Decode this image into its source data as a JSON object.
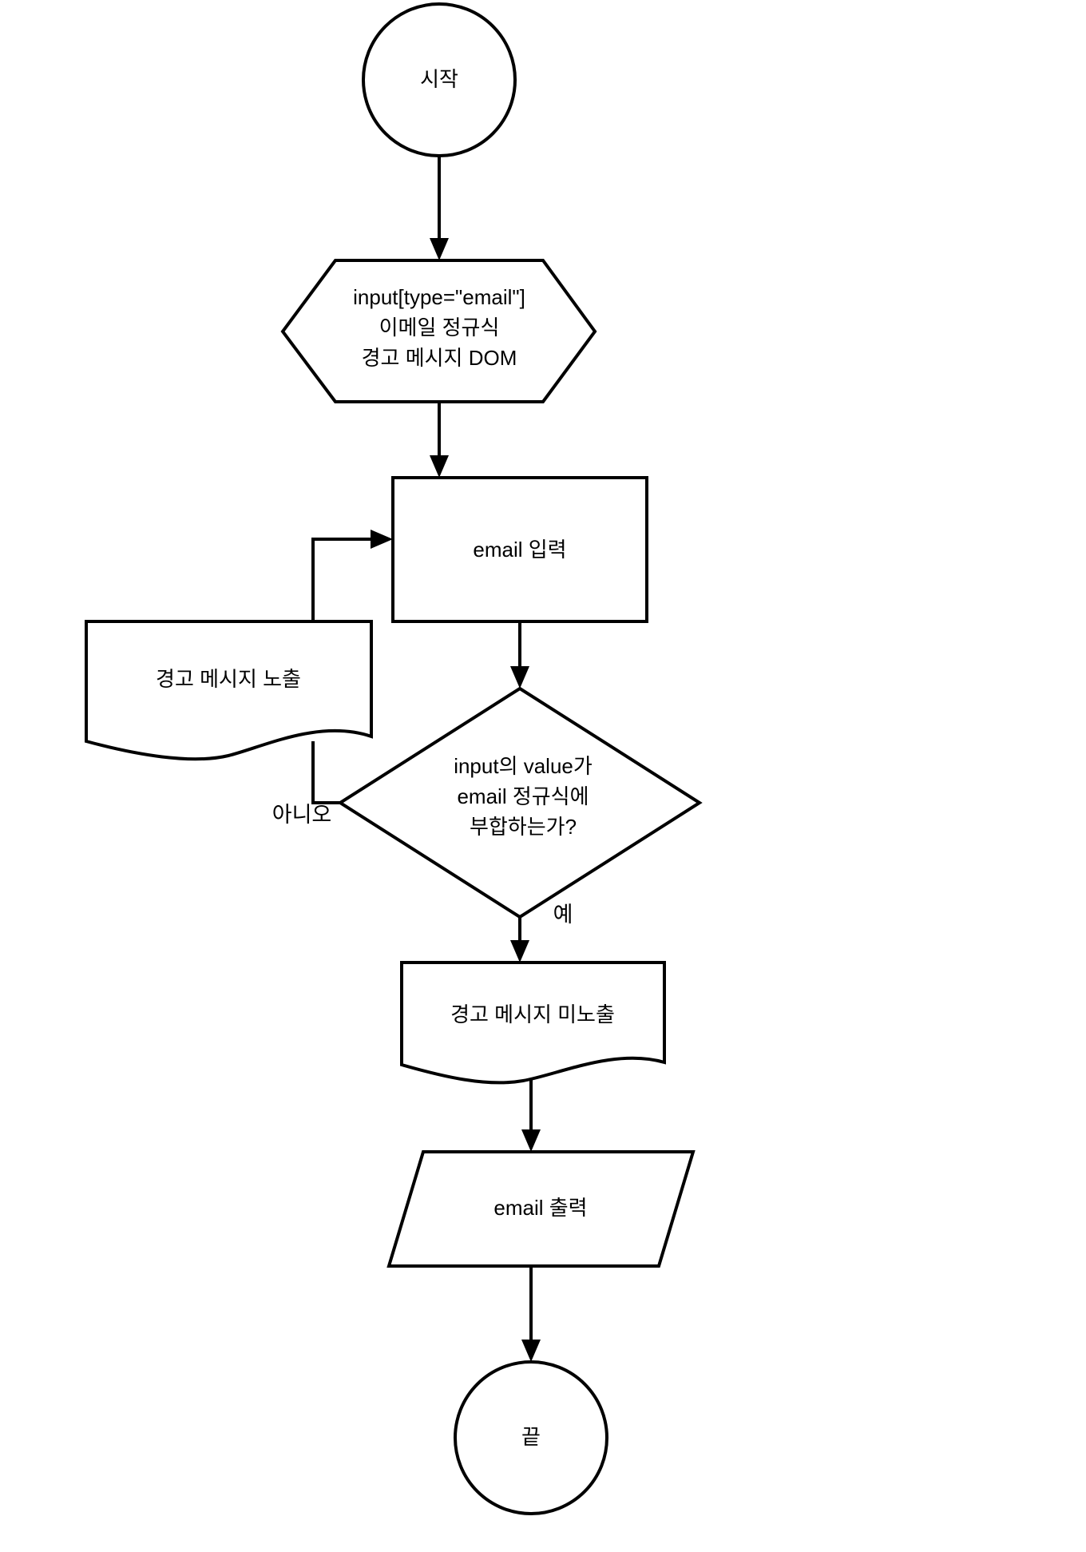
{
  "diagram": {
    "type": "flowchart",
    "orientation": "top-to-bottom",
    "background_color": "#ffffff",
    "line_color": "#000000",
    "title": "",
    "nodes": [
      {
        "id": "start",
        "shape": "terminator-circle",
        "label": "시작"
      },
      {
        "id": "prepare",
        "shape": "hexagon",
        "label_line1": "input[type=\"email\"]",
        "label_line2": "이메일 정규식",
        "label_line3": "경고 메시지 DOM"
      },
      {
        "id": "email-input",
        "shape": "rectangle",
        "label": "email 입력"
      },
      {
        "id": "warning-show",
        "shape": "document",
        "label": "경고 메시지 노출"
      },
      {
        "id": "validate",
        "shape": "diamond",
        "label_line1": "input의 value가",
        "label_line2": "email 정규식에",
        "label_line3": "부합하는가?"
      },
      {
        "id": "warning-hide",
        "shape": "document",
        "label": "경고 메시지 미노출"
      },
      {
        "id": "email-output",
        "shape": "parallelogram",
        "label": "email 출력"
      },
      {
        "id": "end",
        "shape": "terminator-circle",
        "label": "끝"
      }
    ],
    "edges": [
      {
        "id": "e-start-prepare",
        "from": "start",
        "to": "prepare",
        "label": ""
      },
      {
        "id": "e-prepare-input",
        "from": "prepare",
        "to": "email-input",
        "label": ""
      },
      {
        "id": "e-input-validate",
        "from": "email-input",
        "to": "validate",
        "label": ""
      },
      {
        "id": "e-validate-no",
        "from": "validate",
        "to": "warning-show",
        "label": "아니오"
      },
      {
        "id": "e-warning-input",
        "from": "warning-show",
        "to": "email-input",
        "label": ""
      },
      {
        "id": "e-validate-yes",
        "from": "validate",
        "to": "warning-hide",
        "label": "예"
      },
      {
        "id": "e-hide-output",
        "from": "warning-hide",
        "to": "email-output",
        "label": ""
      },
      {
        "id": "e-output-end",
        "from": "email-output",
        "to": "end",
        "label": ""
      }
    ]
  }
}
